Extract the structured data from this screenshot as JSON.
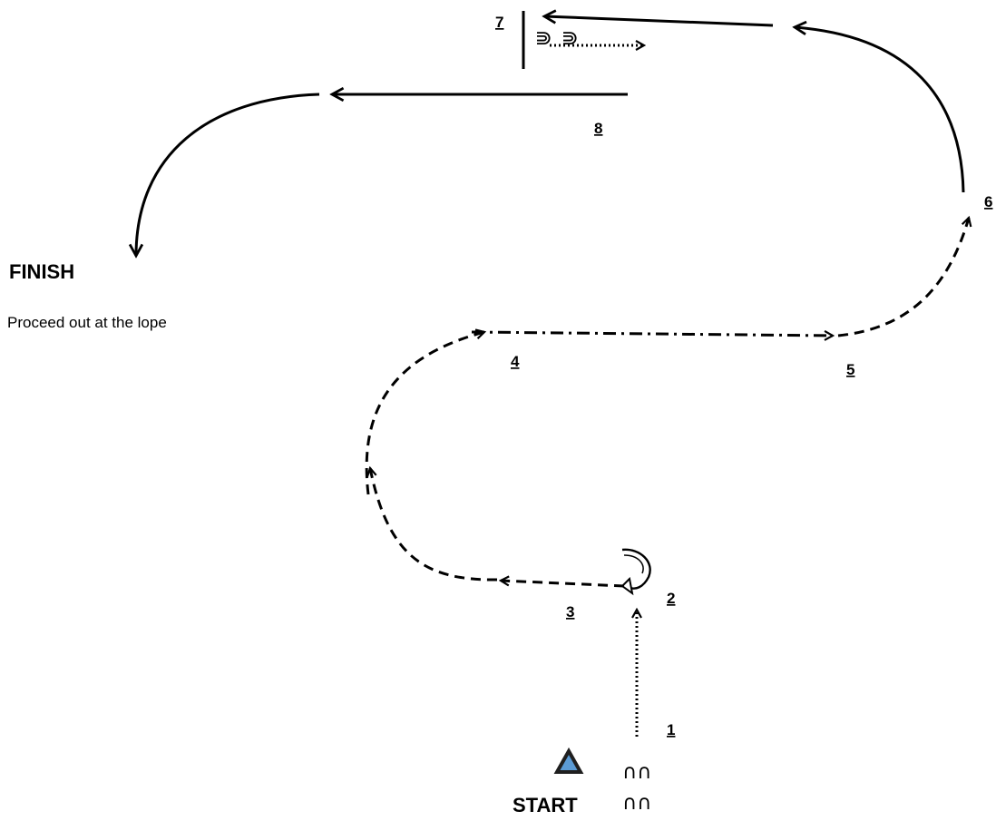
{
  "labels": {
    "start": "START",
    "finish": "FINISH",
    "finish_note": "Proceed out at the lope"
  },
  "markers": {
    "m1": "1",
    "m2": "2",
    "m3": "3",
    "m4": "4",
    "m5": "5",
    "m6": "6",
    "m7": "7",
    "m8": "8"
  },
  "poles": {
    "start_row_1": "∩∩",
    "start_row_2": "∩∩",
    "obstacle_row_1": "⋒",
    "obstacle_row_2": "⋒"
  },
  "colors": {
    "line": "#000000",
    "cone_fill": "#5b9bd5",
    "cone_outline": "#1f1f1f"
  }
}
